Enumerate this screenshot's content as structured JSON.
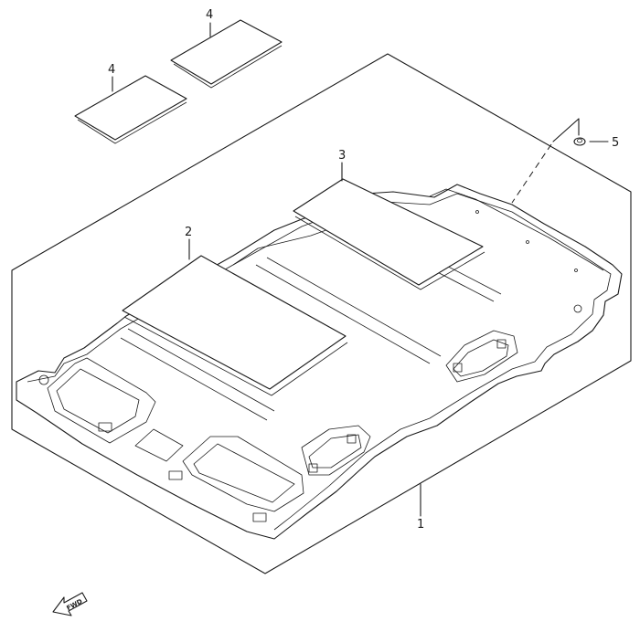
{
  "callouts": {
    "headliner": "1",
    "pad_front": "2",
    "pad_rear": "3",
    "pad_small_a": "4",
    "pad_small_b": "4",
    "clip": "5"
  },
  "direction_indicator": {
    "label": "FWD",
    "icon": "arrow-left-down-icon"
  },
  "colors": {
    "line": "#1a1a1a",
    "background": "#ffffff"
  }
}
